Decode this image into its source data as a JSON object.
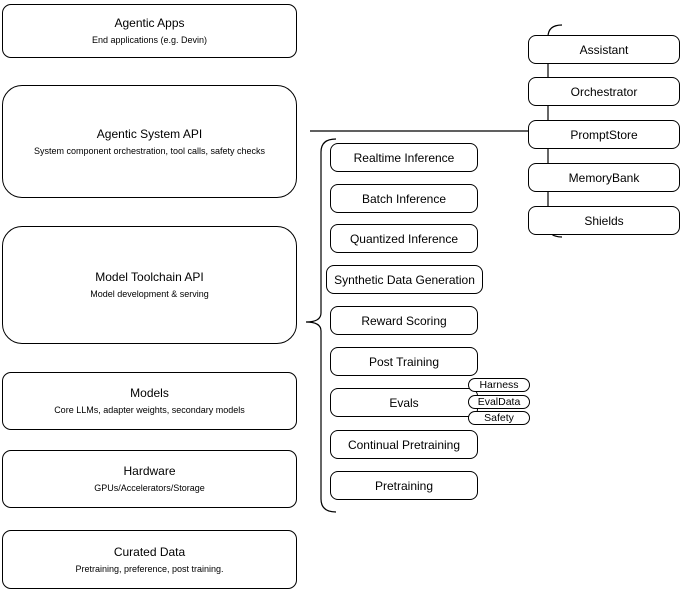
{
  "diagram": {
    "stack": [
      {
        "title": "Agentic Apps",
        "subtitle": "End applications (e.g. Devin)"
      },
      {
        "title": "Agentic System API",
        "subtitle": "System component orchestration, tool calls, safety checks"
      },
      {
        "title": "Model Toolchain API",
        "subtitle": "Model development & serving"
      },
      {
        "title": "Models",
        "subtitle": "Core LLMs, adapter weights, secondary models"
      },
      {
        "title": "Hardware",
        "subtitle": "GPUs/Accelerators/Storage"
      },
      {
        "title": "Curated Data",
        "subtitle": "Pretraining, preference, post training."
      }
    ],
    "toolchain_items": [
      "Realtime Inference",
      "Batch Inference",
      "Quantized Inference",
      "Synthetic Data Generation",
      "Reward Scoring",
      "Post Training",
      "Evals",
      "Continual Pretraining",
      "Pretraining"
    ],
    "eval_tags": [
      "Harness",
      "EvalData",
      "Safety"
    ],
    "system_components": [
      "Assistant",
      "Orchestrator",
      "PromptStore",
      "MemoryBank",
      "Shields"
    ],
    "colors": {
      "stroke": "#000000",
      "fill": "#ffffff",
      "text": "#000000"
    }
  }
}
